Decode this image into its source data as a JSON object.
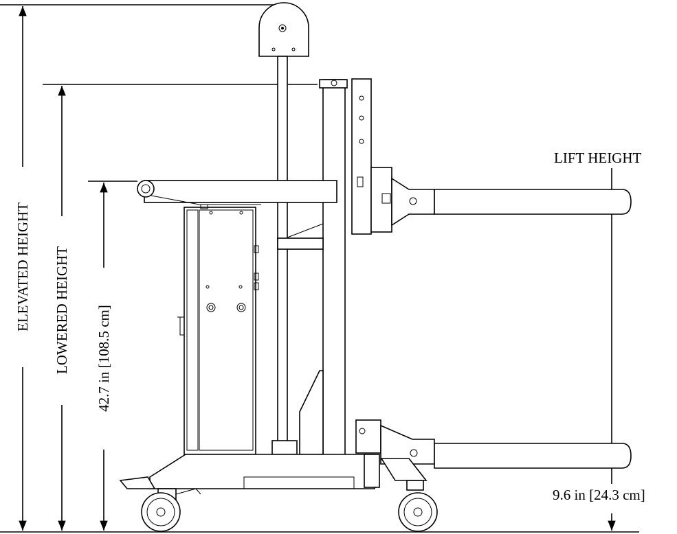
{
  "labels": {
    "elevated_height": "ELEVATED HEIGHT",
    "lowered_height": "LOWERED HEIGHT",
    "handle_height": "42.7 in [108.5 cm]",
    "lift_height": "LIFT HEIGHT",
    "fork_height": "9.6 in [24.3 cm]"
  }
}
